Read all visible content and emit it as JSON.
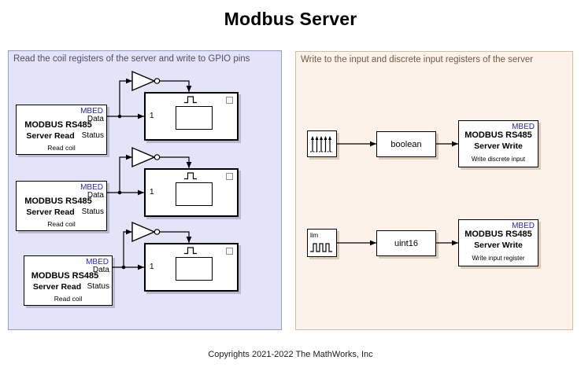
{
  "title": "Modbus Server",
  "footer": "Copyrights 2021-2022 The MathWorks, Inc",
  "left_panel": {
    "label": "Read the coil registers of the server and write to GPIO pins",
    "read_block": {
      "tag": "MBED",
      "title_line1": "MODBUS RS485",
      "title_line2": "Server Read",
      "port_data": "Data",
      "port_status": "Status",
      "caption": "Read coil"
    },
    "subsystem": {
      "inport_label": "1"
    }
  },
  "right_panel": {
    "label": "Write to the input and discrete input registers of the server",
    "source_pulse_label": "lim",
    "converters": [
      "boolean",
      "uint16"
    ],
    "write_block": {
      "tag": "MBED",
      "title_line1": "MODBUS RS485",
      "title_line2": "Server Write"
    },
    "write_captions": [
      "Write discrete input",
      "Write input register"
    ]
  },
  "icons": {
    "not_gate": "logic-not-triangle-with-bubble",
    "trigger": "pulse-trigger",
    "source_discrete": "stem-arrows-signal",
    "source_pulse": "pulse-waveform"
  },
  "colors": {
    "left_panel_bg": "#e4e4f8",
    "left_panel_border": "#9a9ace",
    "right_panel_bg": "#fcf2e9",
    "right_panel_border": "#d9bb9d",
    "tag_blue": "#2525d0",
    "wire": "#000000"
  }
}
